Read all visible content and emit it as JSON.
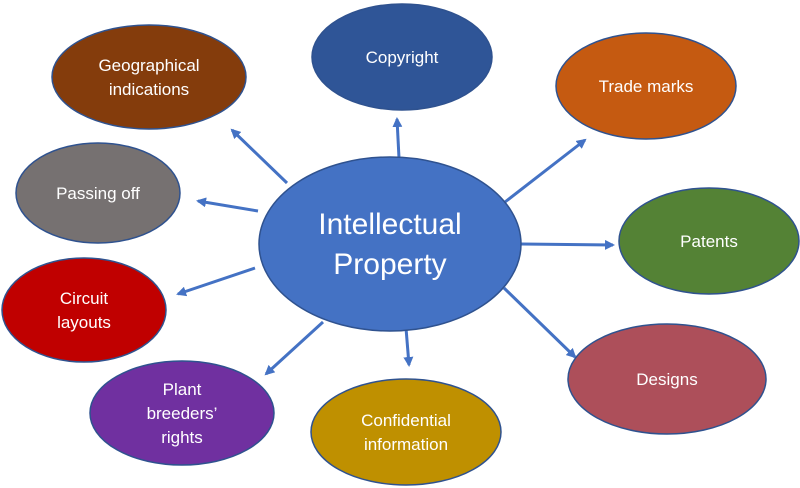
{
  "center": {
    "lines": [
      "Intellectual",
      "Property"
    ],
    "color": "#4472c4"
  },
  "nodes": [
    {
      "id": "geographical-indications",
      "lines": [
        "Geographical",
        "indications"
      ],
      "color": "#843c0c"
    },
    {
      "id": "copyright",
      "lines": [
        "Copyright"
      ],
      "color": "#2f5597"
    },
    {
      "id": "trade-marks",
      "lines": [
        "Trade marks"
      ],
      "color": "#c55a11"
    },
    {
      "id": "passing-off",
      "lines": [
        "Passing off"
      ],
      "color": "#767171"
    },
    {
      "id": "patents",
      "lines": [
        "Patents"
      ],
      "color": "#548235"
    },
    {
      "id": "circuit-layouts",
      "lines": [
        "Circuit",
        "layouts"
      ],
      "color": "#c00000"
    },
    {
      "id": "designs",
      "lines": [
        "Designs"
      ],
      "color": "#ad4f5a"
    },
    {
      "id": "plant-breeders-rights",
      "lines": [
        "Plant",
        "breeders’",
        "rights"
      ],
      "color": "#7030a0"
    },
    {
      "id": "confidential-information",
      "lines": [
        "Confidential",
        "information"
      ],
      "color": "#bf9000"
    }
  ],
  "arrow_color": "#4472c4"
}
